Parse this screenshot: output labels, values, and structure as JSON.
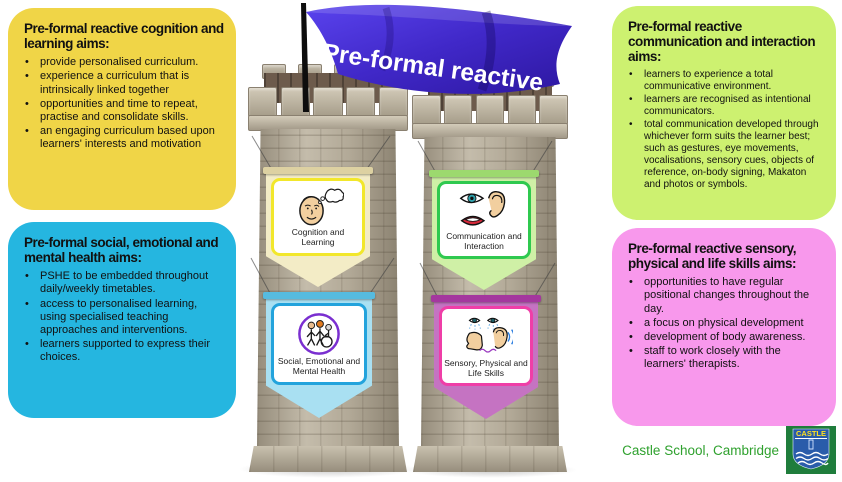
{
  "flag": {
    "label": "Pre-formal reactive"
  },
  "boxes": {
    "cognition": {
      "title": "Pre-formal reactive cognition and learning aims:",
      "bullets": [
        "provide personalised curriculum.",
        "experience a curriculum that is intrinsically linked together",
        "opportunities and time to repeat, practise and consolidate skills.",
        "an engaging curriculum based upon learners' interests and motivation"
      ]
    },
    "social": {
      "title": "Pre-formal social, emotional and mental health aims:",
      "bullets": [
        "PSHE to be embedded throughout daily/weekly timetables.",
        "access to personalised learning, using specialised teaching approaches and interventions.",
        "learners supported to express their choices."
      ]
    },
    "communication": {
      "title": "Pre-formal reactive communication and interaction aims:",
      "bullets": [
        "learners to experience a total communicative environment.",
        "learners are recognised as intentional communicators.",
        "total communication developed through whichever form suits the learner best; such as gestures, eye movements, vocalisations, sensory cues, objects of reference, on-body signing, Makaton and photos or symbols."
      ]
    },
    "sensory": {
      "title": "Pre-formal reactive sensory, physical and life skills aims:",
      "bullets": [
        "opportunities to have regular positional changes throughout the day.",
        "a focus on physical development",
        "development of body awareness.",
        "staff to work closely with the learners' therapists."
      ]
    }
  },
  "badges": {
    "cognition": {
      "label": "Cognition and Learning",
      "icon": "head-thought-bubble-icon"
    },
    "social": {
      "label": "Social, Emotional and Mental Health",
      "icon": "people-group-wheelchair-icon"
    },
    "communication": {
      "label": "Communication and Interaction",
      "icon": "eye-ear-mouth-icon"
    },
    "sensory": {
      "label": "Sensory, Physical and Life Skills",
      "icon": "senses-eyes-nose-ear-icon"
    }
  },
  "footer": {
    "school": "Castle School, Cambridge",
    "logo_text": "CASTLE"
  },
  "colors": {
    "box_cognition": "#F0D547",
    "box_social": "#25B6E0",
    "box_communication": "#CDF170",
    "box_sensory": "#F898EC",
    "pennant_cognition": "#F3ECC6",
    "bar_cognition": "#DDD1A2",
    "border_cognition": "#F2E72B",
    "pennant_social": "#A9E0F2",
    "bar_social": "#56BBDF",
    "border_social": "#23A3DC",
    "pennant_communication": "#CFF0A6",
    "bar_communication": "#9CD96E",
    "border_communication": "#2FC94F",
    "pennant_sensory": "#C573C2",
    "bar_sensory": "#A4379E",
    "border_sensory": "#EF3EA7",
    "flag_light": "#5A43EE",
    "flag_main": "#4028C8",
    "flag_dark": "#2D17A0",
    "school_text": "#2FA12E"
  }
}
